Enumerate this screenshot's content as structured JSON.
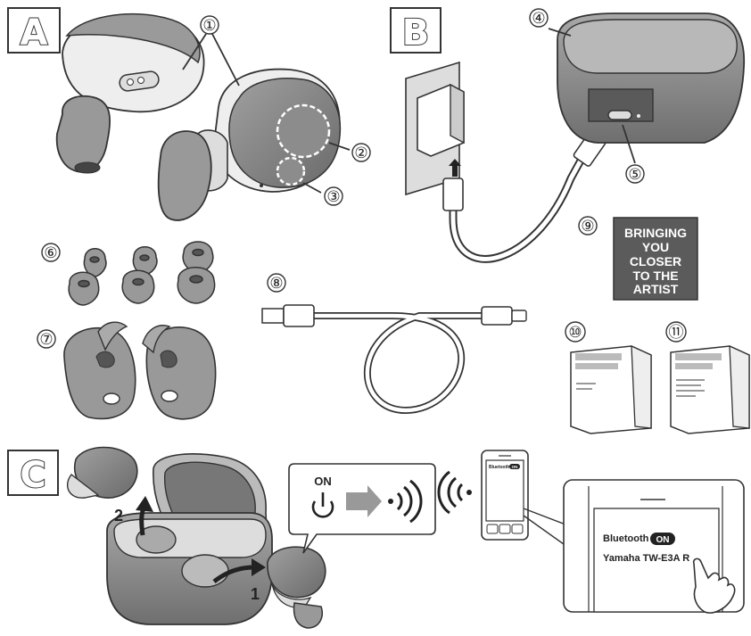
{
  "sections": [
    "A",
    "B",
    "C"
  ],
  "callouts": [
    "①",
    "②",
    "③",
    "④",
    "⑤",
    "⑥",
    "⑦",
    "⑧",
    "⑨",
    "⑩",
    "⑪"
  ],
  "cd_cover": [
    "BRINGING",
    "YOU",
    "CLOSER",
    "TO THE",
    "ARTIST"
  ],
  "power": {
    "label": "ON"
  },
  "steps": [
    "1",
    "2"
  ],
  "phone_small": {
    "bt_label": "Bluetooth",
    "bt_state": "ON"
  },
  "phone_zoom": {
    "bt_label": "Bluetooth",
    "bt_state": "ON",
    "device": "Yamaha TW-E3A R"
  },
  "colors": {
    "line": "#333333",
    "body_gray": "#8a8a8a",
    "light_gray": "#d8d8d8",
    "cd_dark": "#555555"
  }
}
